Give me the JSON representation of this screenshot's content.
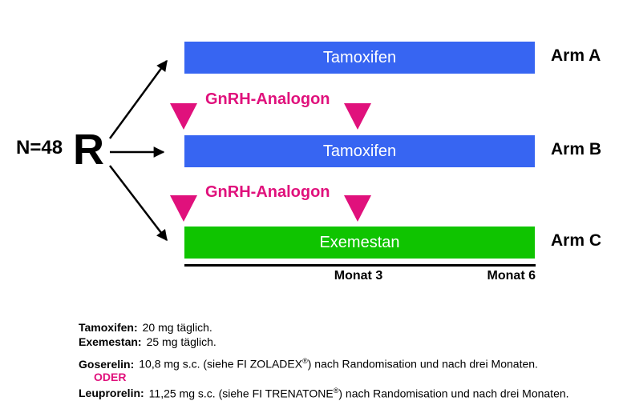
{
  "colors": {
    "bar_blue": "#3765F2",
    "bar_green": "#0FC400",
    "magenta": "#E0117C",
    "black": "#000000"
  },
  "diagram": {
    "n_label": "N=48",
    "randomization_label": "R",
    "gnrh_label": "GnRH-Analogon",
    "arms": [
      {
        "arm_label": "Arm A",
        "bar_label": "Tamoxifen"
      },
      {
        "arm_label": "Arm B",
        "bar_label": "Tamoxifen"
      },
      {
        "arm_label": "Arm C",
        "bar_label": "Exemestan"
      }
    ],
    "timeline": {
      "tick1": "Monat 3",
      "tick2": "Monat 6"
    }
  },
  "footnotes": {
    "tamoxifen": {
      "label": "Tamoxifen:",
      "text": "20 mg täglich."
    },
    "exemestan": {
      "label": "Exemestan:",
      "text": "25 mg täglich."
    },
    "goserelin": {
      "label": "Goserelin:",
      "text_before_sup": "10,8 mg s.c. (siehe FI ZOLADEX",
      "sup": "®",
      "text_after_sup": ") nach Randomisation und nach drei Monaten."
    },
    "oder": "ODER",
    "leuprorelin": {
      "label": "Leuprorelin:",
      "text_before_sup": "11,25 mg s.c. (siehe FI TRENATONE",
      "sup": "®",
      "text_after_sup": ") nach Randomisation und nach drei Monaten."
    }
  }
}
